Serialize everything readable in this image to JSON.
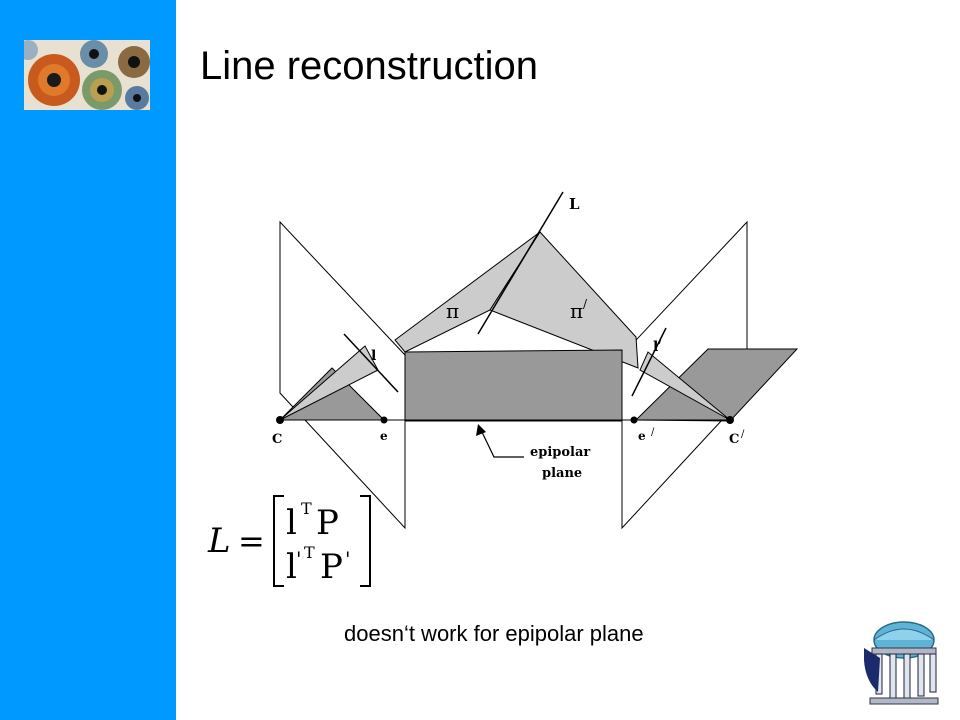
{
  "slide": {
    "title": "Line reconstruction",
    "caption": "doesn‘t work for epipolar plane"
  },
  "diagram": {
    "labels": {
      "L": "L",
      "pi": "π",
      "pi_prime": "π",
      "prime_mark": "/",
      "l": "l",
      "l_prime": "l",
      "C": "C",
      "e": "e",
      "e_prime": "e",
      "C_prime": "C",
      "epipolar_line1": "epipolar",
      "epipolar_line2": "plane"
    }
  },
  "formula": {
    "lhs": "L",
    "equals": "=",
    "row1_a": "l",
    "row1_sup": "T",
    "row1_b": "P",
    "row2_a": "l",
    "row2_tick": "'",
    "row2_sup": "T",
    "row2_b": "P",
    "row2_btick": "'"
  },
  "colors": {
    "sidebar": "#0099ff",
    "plane_light": "#cccccc",
    "plane_dark": "#999999",
    "plane_mid": "#aaaaaa"
  },
  "icons": {
    "logo": "eyes-collage-logo",
    "corner": "old-well-logo"
  }
}
